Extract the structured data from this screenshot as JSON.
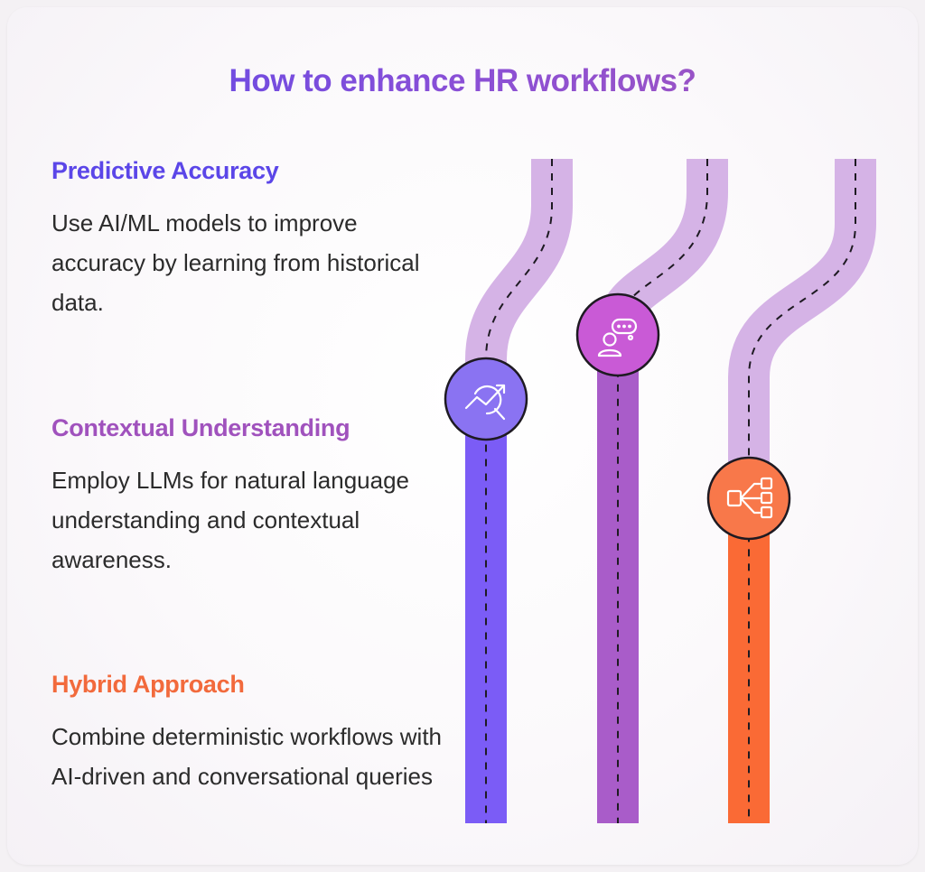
{
  "title": "How to enhance HR workflows?",
  "items": [
    {
      "heading": "Predictive Accuracy",
      "text": "Use AI/ML models to improve accuracy by learning from historical data.",
      "color": "#5b46e8",
      "icon": "chart-search-icon"
    },
    {
      "heading": "Contextual Understanding",
      "text": "Employ LLMs for natural language understanding and contextual awareness.",
      "color": "#a052bd",
      "icon": "person-chat-icon"
    },
    {
      "heading": "Hybrid Approach",
      "text": "Combine deterministic workflows with AI-driven and conversational queries",
      "color": "#f26a3c",
      "icon": "workflow-icon"
    }
  ],
  "colors": {
    "road_light": "#d5b3e6",
    "road_1": "#7b5cf6",
    "road_2": "#a95cc9",
    "road_3": "#fa6a35",
    "circle_1": "#8a73f2",
    "circle_2": "#c95ad6",
    "circle_3": "#f8784a"
  }
}
